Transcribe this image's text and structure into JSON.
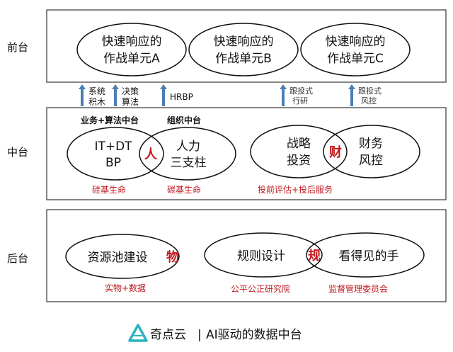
{
  "layers": {
    "front": "前台",
    "middle": "中台",
    "back": "后台"
  },
  "front": {
    "unit_a": [
      "快速响应的",
      "作战单元A"
    ],
    "unit_b": [
      "快速响应的",
      "作战单元B"
    ],
    "unit_c": [
      "快速响应的",
      "作战单元C"
    ]
  },
  "arrows": {
    "a1": [
      "系统",
      "积木"
    ],
    "a2": [
      "决策",
      "算法"
    ],
    "a3": "HRBP",
    "a4": [
      "跟投式",
      "行研"
    ],
    "a5": [
      "跟投式",
      "风控"
    ]
  },
  "middle": {
    "header_1": "业务+算法中台",
    "header_2": "组织中台",
    "itdt": [
      "IT+DT",
      "BP"
    ],
    "ren": "人",
    "renli": [
      "人力",
      "三支柱"
    ],
    "caption_1": "硅基生命",
    "caption_2": "碳基生命",
    "zhanlue": [
      "战略",
      "投资"
    ],
    "cai": "财",
    "caiwu": [
      "财务",
      "风控"
    ],
    "caption_3": "投前评估+投后服务"
  },
  "back": {
    "pool": "资源池建设",
    "wu": "物",
    "caption_1": "实物+数据",
    "rules": "规则设计",
    "gui": "规",
    "hand": "看得见的手",
    "caption_2": "公平公正研究院",
    "caption_3": "监督管理委员会"
  },
  "footer": {
    "brand": "奇点云",
    "separator": "|",
    "tagline": "AI驱动的数据中台"
  },
  "colors": {
    "accent_red": "#c0181f",
    "arrow_blue": "#4a7fb5",
    "brand_teal": "#2bb3c0"
  }
}
